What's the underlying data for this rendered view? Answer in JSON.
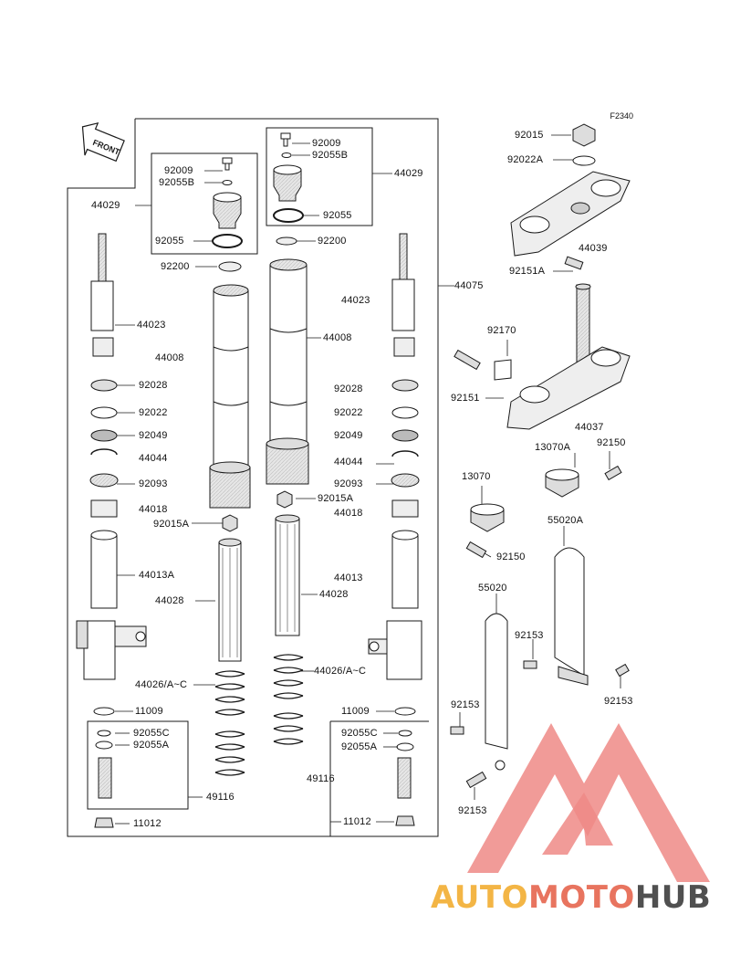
{
  "figure_code": "F2340",
  "direction_arrow": "FRONT",
  "watermark": {
    "part1": "AUTO",
    "part2": "MOTO",
    "part3": "HUB"
  },
  "colors": {
    "line": "#1a1a1a",
    "part_fill": "#d9d9d9",
    "logo_red": "#ef8a86",
    "logo_yellow": "#f3b545",
    "logo_coral": "#e8745f",
    "logo_dark": "#505050"
  },
  "labels": [
    {
      "text": "92009"
    },
    {
      "text": "92055B"
    },
    {
      "text": "92055"
    },
    {
      "text": "44029"
    },
    {
      "text": "92200"
    },
    {
      "text": "44023"
    },
    {
      "text": "44008"
    },
    {
      "text": "92028"
    },
    {
      "text": "92022"
    },
    {
      "text": "92049"
    },
    {
      "text": "44044"
    },
    {
      "text": "92093"
    },
    {
      "text": "44018"
    },
    {
      "text": "92015A"
    },
    {
      "text": "44013A"
    },
    {
      "text": "44028"
    },
    {
      "text": "44026/A~C"
    },
    {
      "text": "11009"
    },
    {
      "text": "92055C"
    },
    {
      "text": "92055A"
    },
    {
      "text": "49116"
    },
    {
      "text": "11012"
    },
    {
      "text": "92009"
    },
    {
      "text": "92055B"
    },
    {
      "text": "44029"
    },
    {
      "text": "92055"
    },
    {
      "text": "92200"
    },
    {
      "text": "44075"
    },
    {
      "text": "44023"
    },
    {
      "text": "44008"
    },
    {
      "text": "92028"
    },
    {
      "text": "92022"
    },
    {
      "text": "92049"
    },
    {
      "text": "44044"
    },
    {
      "text": "92093"
    },
    {
      "text": "92015A"
    },
    {
      "text": "44018"
    },
    {
      "text": "44013"
    },
    {
      "text": "44028"
    },
    {
      "text": "44026/A~C"
    },
    {
      "text": "11009"
    },
    {
      "text": "92055C"
    },
    {
      "text": "92055A"
    },
    {
      "text": "49116"
    },
    {
      "text": "11012"
    },
    {
      "text": "92015"
    },
    {
      "text": "92022A"
    },
    {
      "text": "44039"
    },
    {
      "text": "92151A"
    },
    {
      "text": "92170"
    },
    {
      "text": "92151"
    },
    {
      "text": "44037"
    },
    {
      "text": "13070A"
    },
    {
      "text": "92150"
    },
    {
      "text": "13070"
    },
    {
      "text": "92150"
    },
    {
      "text": "55020A"
    },
    {
      "text": "55020"
    },
    {
      "text": "92153"
    },
    {
      "text": "92153"
    },
    {
      "text": "92153"
    },
    {
      "text": "92153"
    }
  ]
}
